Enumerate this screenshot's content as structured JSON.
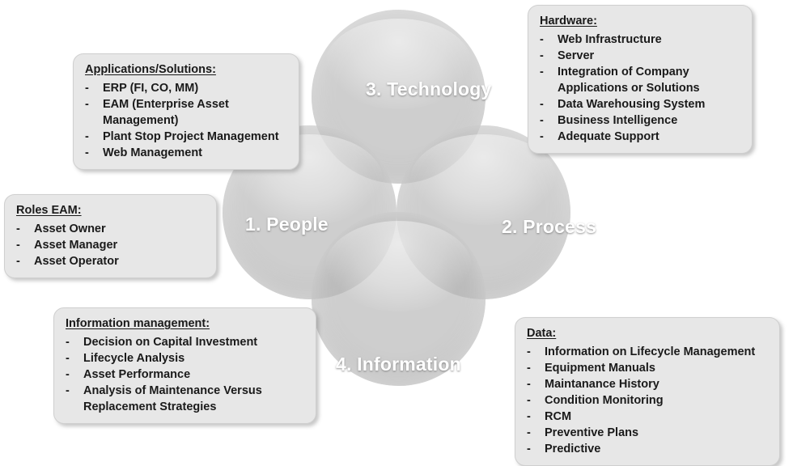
{
  "diagram": {
    "title": "Asset Management Framework Venn Diagram",
    "background_color": "#ffffff",
    "circle_color": "#b0b0b0",
    "box_color": "#e7e7e7",
    "label_color": "#ffffff"
  },
  "venn": {
    "circles": [
      {
        "id": "technology",
        "label": "3. Technology",
        "position": "top"
      },
      {
        "id": "people",
        "label": "1. People",
        "position": "left"
      },
      {
        "id": "process",
        "label": "2. Process",
        "position": "right"
      },
      {
        "id": "information",
        "label": "4. Information",
        "position": "bottom"
      }
    ]
  },
  "boxes": {
    "applications": {
      "title": "Applications/Solutions:",
      "items": [
        {
          "text": "ERP (FI, CO, MM)",
          "continuation": false
        },
        {
          "text": "EAM (Enterprise Asset",
          "continuation": false
        },
        {
          "text": "Management)",
          "continuation": true
        },
        {
          "text": "Plant Stop Project Management",
          "continuation": false
        },
        {
          "text": "Web Management",
          "continuation": false
        }
      ]
    },
    "hardware": {
      "title": "Hardware:",
      "items": [
        {
          "text": "Web Infrastructure",
          "continuation": false
        },
        {
          "text": "Server",
          "continuation": false
        },
        {
          "text": "Integration of Company",
          "continuation": false
        },
        {
          "text": "Applications or Solutions",
          "continuation": true
        },
        {
          "text": "Data Warehousing System",
          "continuation": false
        },
        {
          "text": "Business Intelligence",
          "continuation": false
        },
        {
          "text": "Adequate Support",
          "continuation": false
        }
      ]
    },
    "roles": {
      "title": "Roles EAM:",
      "items": [
        {
          "text": "Asset Owner",
          "continuation": false
        },
        {
          "text": "Asset Manager",
          "continuation": false
        },
        {
          "text": "Asset Operator",
          "continuation": false
        }
      ]
    },
    "information_management": {
      "title": "Information management:",
      "items": [
        {
          "text": "Decision on Capital Investment",
          "continuation": false
        },
        {
          "text": "Lifecycle Analysis",
          "continuation": false
        },
        {
          "text": "Asset Performance",
          "continuation": false
        },
        {
          "text": "Analysis of Maintenance Versus",
          "continuation": false
        },
        {
          "text": "Replacement Strategies",
          "continuation": true
        }
      ]
    },
    "data": {
      "title": "Data:",
      "items": [
        {
          "text": "Information on Lifecycle Management",
          "continuation": false
        },
        {
          "text": "Equipment Manuals",
          "continuation": false
        },
        {
          "text": "Maintanance History",
          "continuation": false
        },
        {
          "text": "Condition Monitoring",
          "continuation": false
        },
        {
          "text": "RCM",
          "continuation": false
        },
        {
          "text": "Preventive Plans",
          "continuation": false
        },
        {
          "text": "Predictive",
          "continuation": false
        }
      ]
    }
  },
  "bullet_marker": "-"
}
